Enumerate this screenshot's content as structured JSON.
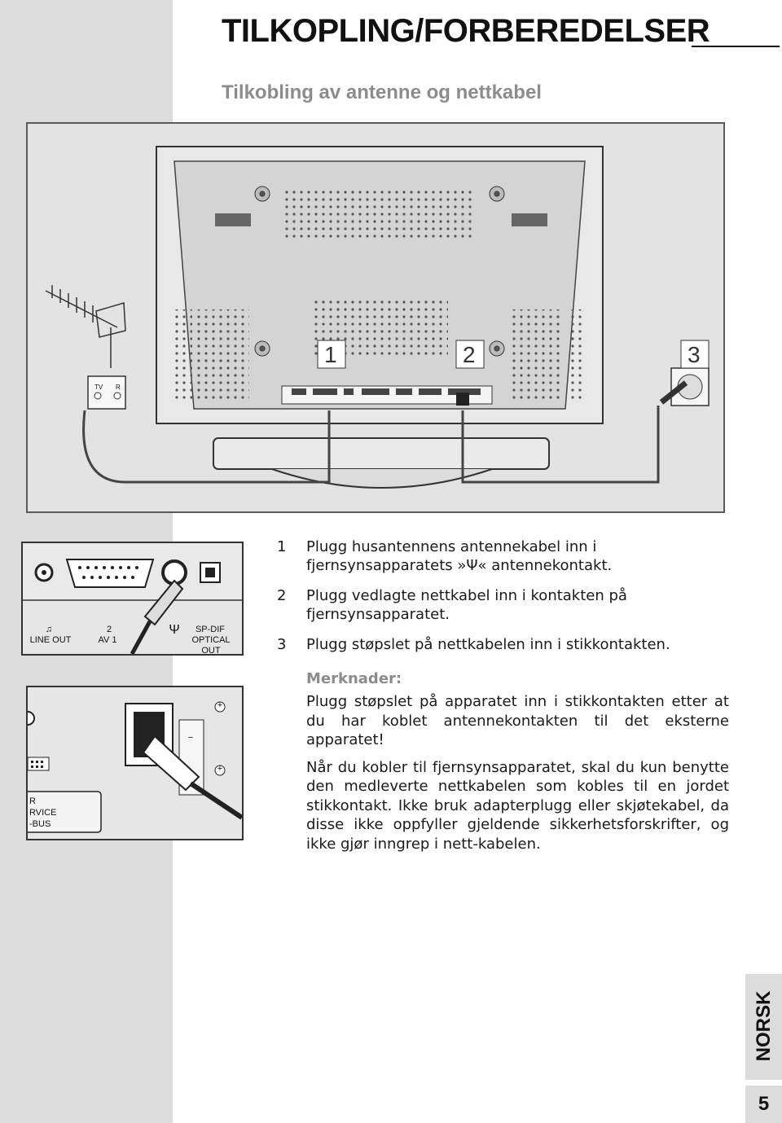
{
  "header": {
    "title": "TILKOPLING/FORBEREDELSER",
    "subtitle": "Tilkobling av antenne og nettkabel"
  },
  "figure": {
    "callouts": [
      "1",
      "2",
      "3"
    ],
    "antenna_box_labels": [
      "TV",
      "R"
    ],
    "detail_upper": {
      "labels": [
        "LINE OUT",
        "2",
        "AV 1",
        "Ψ",
        "SP-DIF",
        "OPTICAL OUT"
      ]
    },
    "detail_lower": {
      "labels": [
        "R",
        "RVICE",
        "-BUS"
      ],
      "symbols": [
        "+",
        "−",
        "+"
      ]
    }
  },
  "steps": [
    {
      "num": "1",
      "text": "Plugg husantennens antennekabel inn i fjernsynsapparatets »Ψ« antennekontakt."
    },
    {
      "num": "2",
      "text": "Plugg vedlagte nettkabel inn i kontakten på fjernsynsapparatet."
    },
    {
      "num": "3",
      "text": "Plugg støpslet på nettkabelen inn i stikkontakten."
    }
  ],
  "notes": {
    "title": "Merknader:",
    "paragraphs": [
      "Plugg støpslet på apparatet inn i stikkontakten etter at du har koblet antennekontakten til det eksterne apparatet!",
      "Når du kobler til fjernsynsapparatet, skal du kun benytte den medleverte nettkabelen som kobles til en jordet stikkontakt. Ikke bruk adapterplugg eller skjøtekabel, da disse ikke oppfyller gjeldende sikkerhetsforskrifter, og ikke gjør inngrep i nett-kabelen."
    ]
  },
  "side_tab": {
    "language": "NORSK",
    "page": "5"
  },
  "colors": {
    "sidebar": "#dcdcdc",
    "accent_gray": "#8c8c8c",
    "text": "#1a1a1a"
  }
}
